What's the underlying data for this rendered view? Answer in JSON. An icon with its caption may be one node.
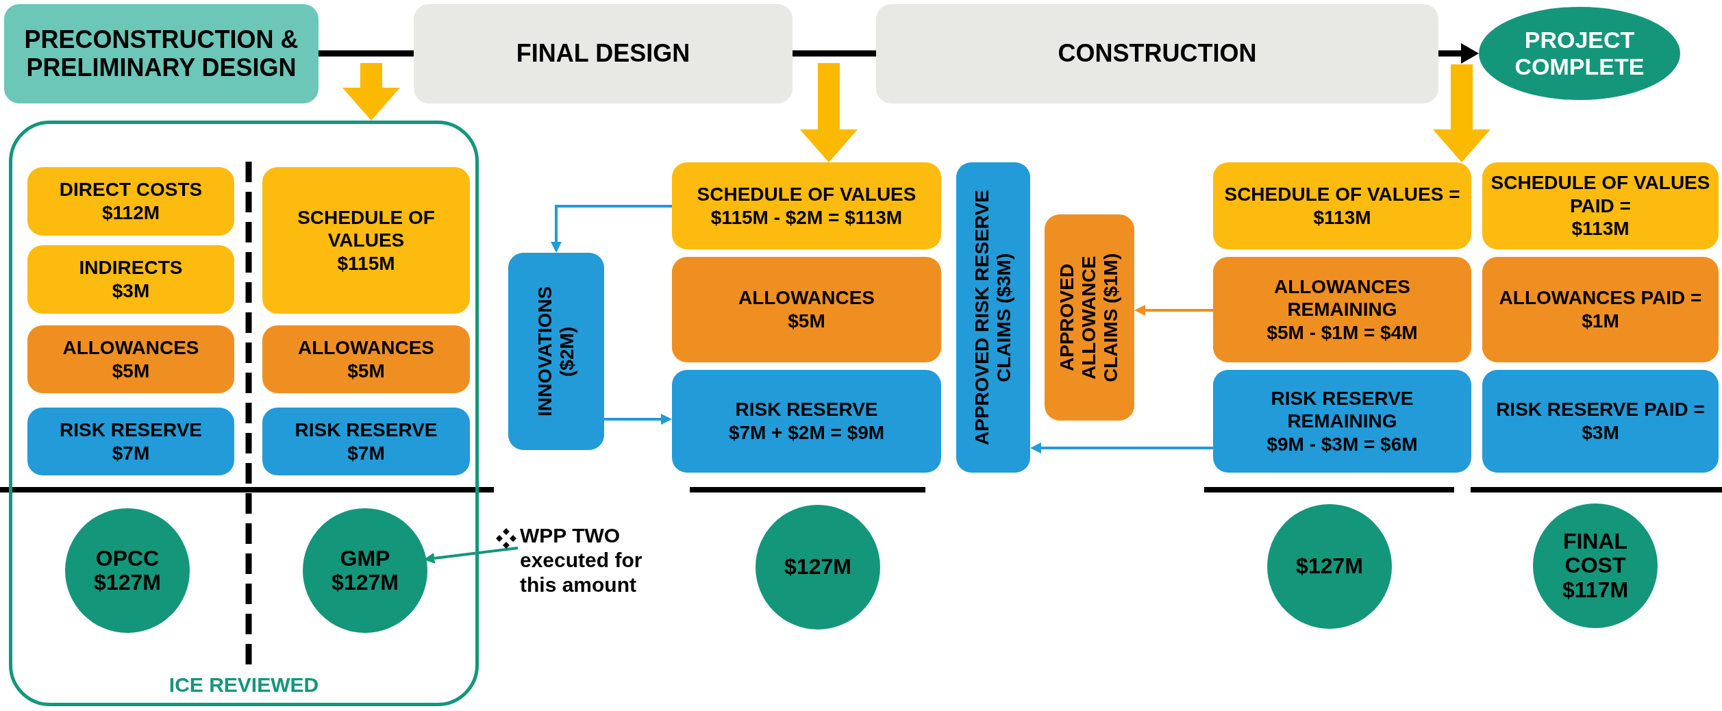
{
  "diagram": {
    "nodes": [
      {
        "text": [
          "PRECONSTRUCTION & PRELIMINARY DESIGN"
        ]
      },
      {
        "text": [
          "FINAL DESIGN"
        ]
      },
      {
        "text": [
          "CONSTRUCTION"
        ]
      },
      {
        "text": [
          "PROJECT COMPLETE"
        ]
      },
      {
        "text": [
          "ICE REVIEWED"
        ]
      },
      {
        "text": [
          "DIRECT COSTS",
          "$112M"
        ],
        "in": 4
      },
      {
        "text": [
          "INDIRECTS",
          "$3M"
        ],
        "in": 4
      },
      {
        "text": [
          "ALLOWANCES",
          "$5M"
        ],
        "in": 4
      },
      {
        "text": [
          "RISK RESERVE",
          "$7M"
        ],
        "in": 4
      },
      {
        "text": [
          "SCHEDULE OF VALUES",
          "$115M"
        ],
        "in": 4
      },
      {
        "text": [
          "ALLOWANCES",
          "$5M"
        ],
        "in": 4
      },
      {
        "text": [
          "RISK RESERVE",
          "$7M"
        ],
        "in": 4
      },
      {
        "text": [
          "OPCC",
          "$127M"
        ],
        "in": 4
      },
      {
        "text": [
          "GMP",
          "$127M"
        ],
        "in": 4
      },
      {
        "text": [
          "WPP TWO executed for this amount"
        ]
      },
      {
        "text": [
          "SCHEDULE OF VALUES",
          "$115M - $2M = $113M"
        ]
      },
      {
        "text": [
          "ALLOWANCES",
          "$5M"
        ]
      },
      {
        "text": [
          "RISK RESERVE",
          "$7M + $2M = $9M"
        ]
      },
      {
        "text": [
          "INNOVATIONS ($2M)"
        ]
      },
      {
        "text": [
          "$127M"
        ]
      },
      {
        "text": [
          "APPROVED RISK RESERVE CLAIMS ($3M)"
        ]
      },
      {
        "text": [
          "APPROVED ALLOWANCE CLAIMS ($1M)"
        ]
      },
      {
        "text": [
          "SCHEDULE OF VALUES =",
          "$113M"
        ]
      },
      {
        "text": [
          "ALLOWANCES REMAINING",
          "$5M - $1M = $4M"
        ]
      },
      {
        "text": [
          "RISK RESERVE REMAINING",
          "$9M - $3M = $6M"
        ]
      },
      {
        "text": [
          "$127M"
        ]
      },
      {
        "text": [
          "SCHEDULE OF VALUES PAID =",
          "$113M"
        ]
      },
      {
        "text": [
          "ALLOWANCES PAID = $1M"
        ]
      },
      {
        "text": [
          "RISK RESERVE PAID = $3M"
        ]
      },
      {
        "text": [
          "FINAL COST",
          "$117M"
        ]
      }
    ],
    "edges": [
      {
        "from": 0,
        "to": 1,
        "arrow": "none",
        "color": "#000000"
      },
      {
        "from": 1,
        "to": 2,
        "arrow": "none",
        "color": "#000000"
      },
      {
        "from": 2,
        "to": 3,
        "arrow": "to",
        "color": "#000000"
      },
      {
        "from": null,
        "to": 4,
        "arrow": "to",
        "style": "thick",
        "color": "#fbb900"
      },
      {
        "from": null,
        "to": 15,
        "arrow": "to",
        "style": "thick",
        "color": "#fbb900"
      },
      {
        "from": 3,
        "to": 22,
        "arrow": "to",
        "style": "thick",
        "color": "#fbb900"
      },
      {
        "from": 14,
        "to": 13,
        "arrow": "to",
        "color": "#14967a"
      },
      {
        "from": 15,
        "to": 18,
        "arrow": "to",
        "color": "#229bd8"
      },
      {
        "from": 18,
        "to": 17,
        "arrow": "to",
        "color": "#229bd8"
      },
      {
        "from": 23,
        "to": 21,
        "arrow": "to",
        "color": "#ef8f22"
      },
      {
        "from": 24,
        "to": 20,
        "arrow": "to",
        "color": "#229bd8"
      }
    ]
  }
}
